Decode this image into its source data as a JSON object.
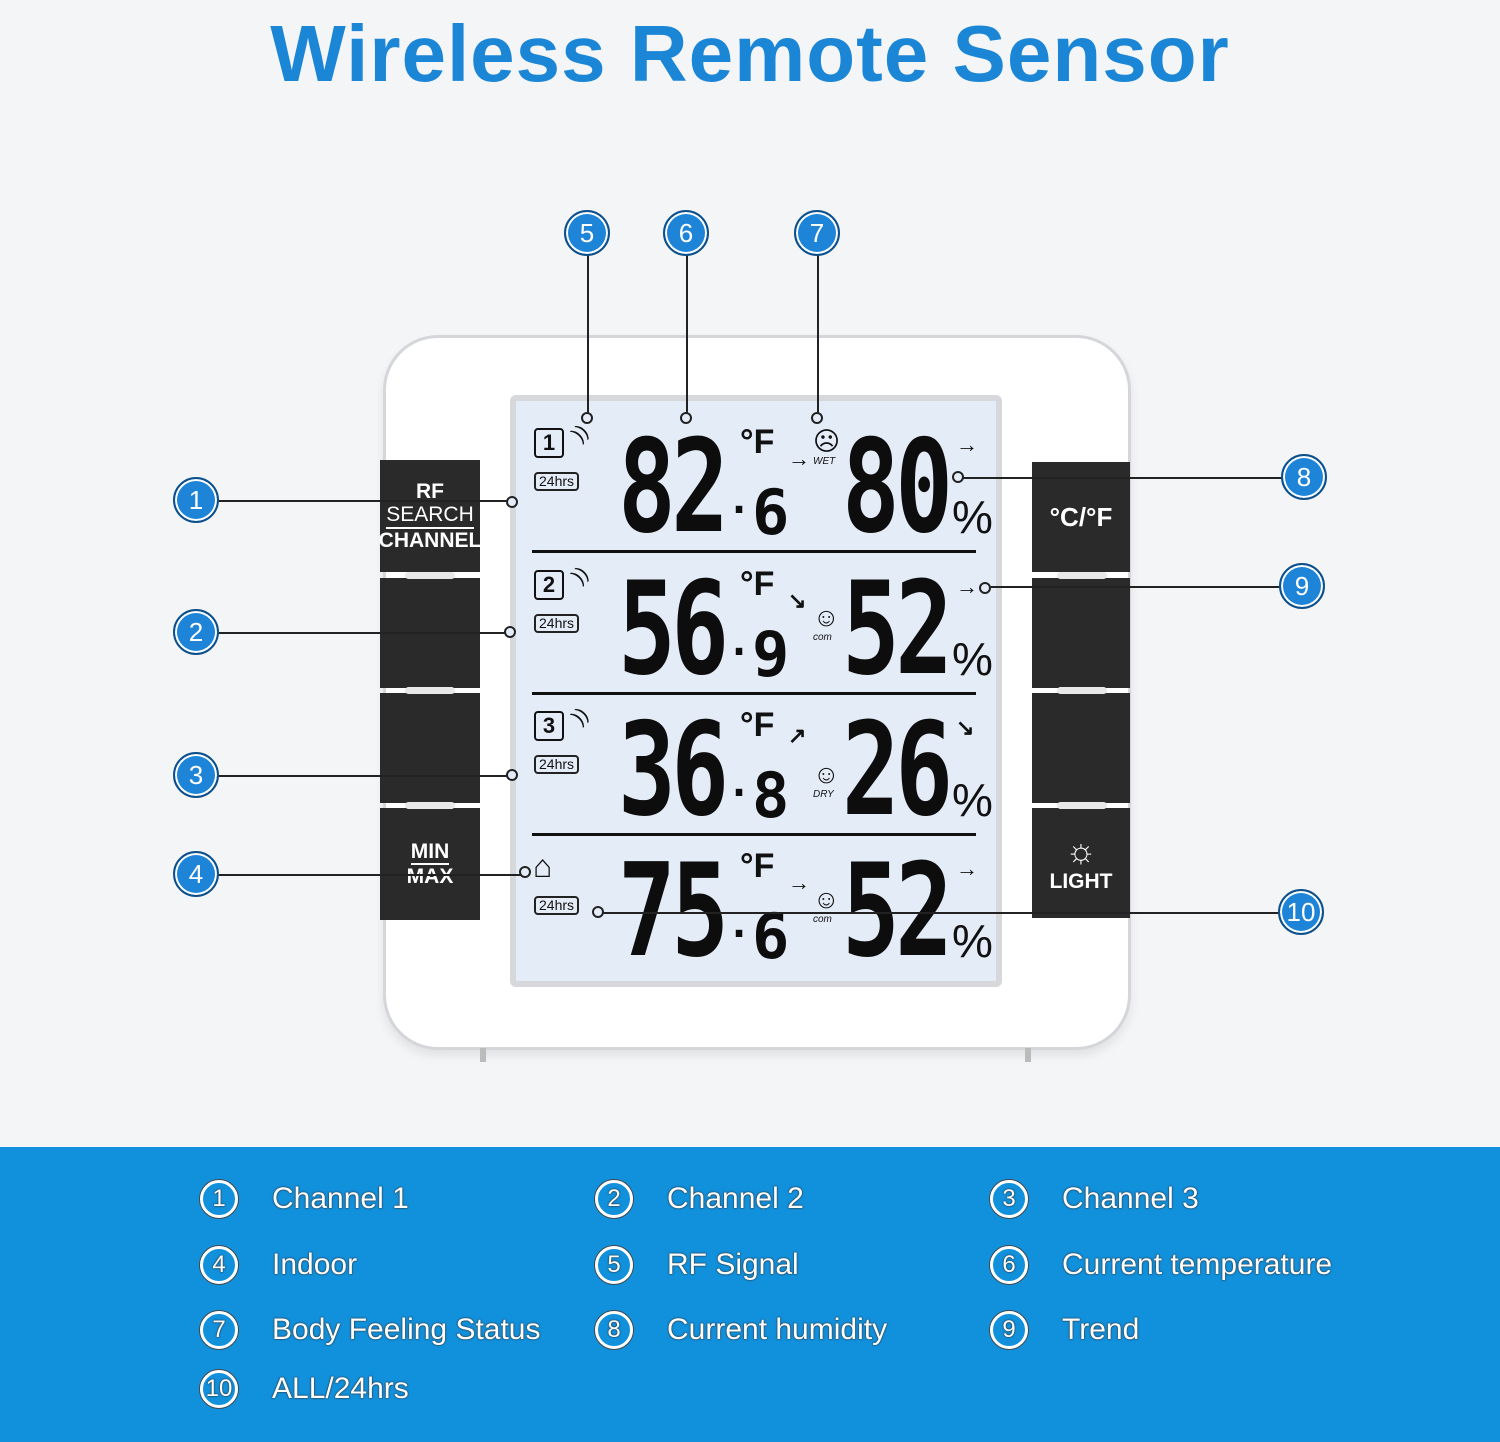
{
  "title": "Wireless Remote Sensor",
  "colors": {
    "accent": "#1b86d6",
    "band": "#1190dc",
    "lcd": "#e4ecf8"
  },
  "buttons": {
    "left": [
      {
        "top": "RF",
        "mid": "SEARCH",
        "bottom": "CHANNEL"
      },
      {
        "top": "MIN",
        "bottom": "MAX"
      }
    ],
    "right": [
      {
        "label": "°C/°F"
      },
      {
        "label": "LIGHT",
        "icon": "sun-icon"
      }
    ]
  },
  "rows": [
    {
      "channel": "1",
      "hrs": "24hrs",
      "temp": "82",
      "dec": "6",
      "unit": "°F",
      "temp_trend": "→",
      "face": "☹",
      "comfort": "WET",
      "hum": "80",
      "pct": "%",
      "hum_trend": "→"
    },
    {
      "channel": "2",
      "hrs": "24hrs",
      "temp": "56",
      "dec": "9",
      "unit": "°F",
      "temp_trend": "↘",
      "face": "☺",
      "comfort": "com",
      "hum": "52",
      "pct": "%",
      "hum_trend": "→"
    },
    {
      "channel": "3",
      "hrs": "24hrs",
      "temp": "36",
      "dec": "8",
      "unit": "°F",
      "temp_trend": "↗",
      "face": "☺",
      "comfort": "DRY",
      "hum": "26",
      "pct": "%",
      "hum_trend": "↘"
    },
    {
      "channel": "indoor",
      "hrs": "24hrs",
      "temp": "75",
      "dec": "6",
      "unit": "°F",
      "temp_trend": "→",
      "face": "☺",
      "comfort": "com",
      "hum": "52",
      "pct": "%",
      "hum_trend": "→"
    }
  ],
  "callouts": [
    "1",
    "2",
    "3",
    "4",
    "5",
    "6",
    "7",
    "8",
    "9",
    "10"
  ],
  "legend": [
    {
      "num": "1",
      "label": "Channel 1"
    },
    {
      "num": "2",
      "label": "Channel 2"
    },
    {
      "num": "3",
      "label": "Channel 3"
    },
    {
      "num": "4",
      "label": "Indoor"
    },
    {
      "num": "5",
      "label": "RF Signal"
    },
    {
      "num": "6",
      "label": "Current temperature"
    },
    {
      "num": "7",
      "label": "Body Feeling Status"
    },
    {
      "num": "8",
      "label": "Current humidity"
    },
    {
      "num": "9",
      "label": "Trend"
    },
    {
      "num": "10",
      "label": "ALL/24hrs"
    }
  ]
}
